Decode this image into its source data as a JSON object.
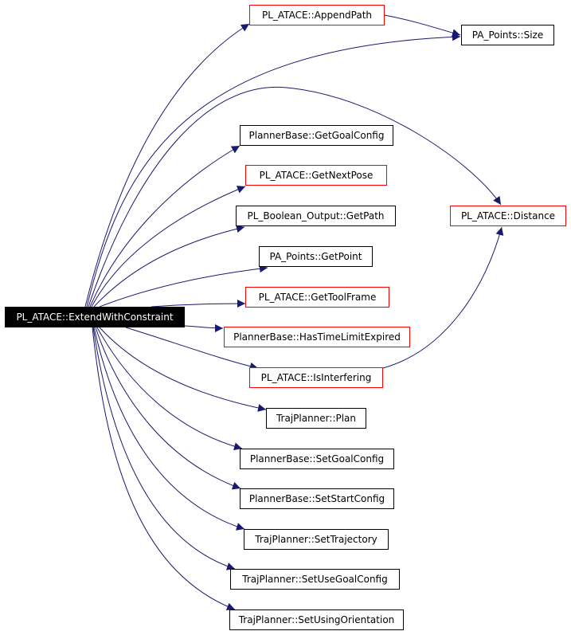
{
  "graph": {
    "edge_color": "#191970",
    "root": {
      "label": "PL_ATACE::ExtendWithConstraint",
      "fill": "#000000",
      "text_color": "#ffffff"
    },
    "nodes": {
      "append_path": {
        "label": "PL_ATACE::AppendPath",
        "border": "red"
      },
      "points_size": {
        "label": "PA_Points::Size",
        "border": "black"
      },
      "get_goal_config": {
        "label": "PlannerBase::GetGoalConfig",
        "border": "black"
      },
      "get_next_pose": {
        "label": "PL_ATACE::GetNextPose",
        "border": "red"
      },
      "get_path": {
        "label": "PL_Boolean_Output::GetPath",
        "border": "black"
      },
      "get_point": {
        "label": "PA_Points::GetPoint",
        "border": "black"
      },
      "get_tool_frame": {
        "label": "PL_ATACE::GetToolFrame",
        "border": "red"
      },
      "has_time_limit_expired": {
        "label": "PlannerBase::HasTimeLimitExpired",
        "border": "red"
      },
      "is_interfering": {
        "label": "PL_ATACE::IsInterfering",
        "border": "red"
      },
      "distance": {
        "label": "PL_ATACE::Distance",
        "border": "red"
      },
      "plan": {
        "label": "TrajPlanner::Plan",
        "border": "black"
      },
      "set_goal_config": {
        "label": "PlannerBase::SetGoalConfig",
        "border": "black"
      },
      "set_start_config": {
        "label": "PlannerBase::SetStartConfig",
        "border": "black"
      },
      "set_trajectory": {
        "label": "TrajPlanner::SetTrajectory",
        "border": "black"
      },
      "set_use_goal_config": {
        "label": "TrajPlanner::SetUseGoalConfig",
        "border": "black"
      },
      "set_using_orientation": {
        "label": "TrajPlanner::SetUsingOrientation",
        "border": "black"
      }
    },
    "edges": [
      {
        "from": "root",
        "to": "append_path"
      },
      {
        "from": "root",
        "to": "points_size"
      },
      {
        "from": "root",
        "to": "distance"
      },
      {
        "from": "root",
        "to": "get_goal_config"
      },
      {
        "from": "root",
        "to": "get_next_pose"
      },
      {
        "from": "root",
        "to": "get_path"
      },
      {
        "from": "root",
        "to": "get_point"
      },
      {
        "from": "root",
        "to": "get_tool_frame"
      },
      {
        "from": "root",
        "to": "has_time_limit_expired"
      },
      {
        "from": "root",
        "to": "is_interfering"
      },
      {
        "from": "root",
        "to": "plan"
      },
      {
        "from": "root",
        "to": "set_goal_config"
      },
      {
        "from": "root",
        "to": "set_start_config"
      },
      {
        "from": "root",
        "to": "set_trajectory"
      },
      {
        "from": "root",
        "to": "set_use_goal_config"
      },
      {
        "from": "root",
        "to": "set_using_orientation"
      },
      {
        "from": "append_path",
        "to": "points_size"
      },
      {
        "from": "is_interfering",
        "to": "distance"
      }
    ]
  }
}
